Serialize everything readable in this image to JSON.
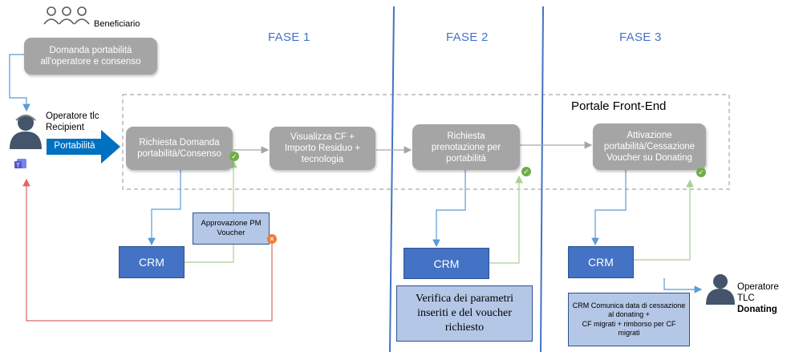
{
  "phases": {
    "fase1": "FASE 1",
    "fase2": "FASE 2",
    "fase3": "FASE 3"
  },
  "portal": {
    "label": "Portale Front-End"
  },
  "actors": {
    "beneficiario": "Beneficiario",
    "operatore_recipient": "Operatore tlc\nRecipient",
    "operatore_donating_line1": "Operatore TLC",
    "operatore_donating_line2": "Donating"
  },
  "boxes": {
    "domanda": "Domanda portabilità\nall'operatore  e consenso",
    "richiesta_domanda": "Richiesta Domanda\nportabilità/Consenso",
    "visualizza": "Visualizza CF +\nImporto Residuo +\ntecnologia",
    "richiesta_prenotazione": "Richiesta\nprenotazione per\nportabilità",
    "attivazione": "Attivazione\nportabilità/Cessazione\nVoucher su Donating"
  },
  "arrow_label": "Portabilità",
  "crm": {
    "c1": "CRM",
    "c2": "CRM",
    "c3": "CRM"
  },
  "notes": {
    "approvazione": "Approvazione PM\nVoucher",
    "verifica": "Verifica dei parametri\ninseriti e del voucher\nrichiesto",
    "comunica": "CRM Comunica data di cessazione\nal donating +\nCF migrati + rimborso per CF\nmigrati"
  },
  "colors": {
    "phase_text": "#4472c4",
    "divider": "#4472c4",
    "grey_box": "#a5a5a5",
    "crm_box": "#4472c4",
    "note_box": "#b4c7e7",
    "blue_line": "#5b9bd5",
    "green_line": "#a9d18e",
    "red_line": "#e06666",
    "check": "#70ad47",
    "cross": "#ed7d31"
  }
}
